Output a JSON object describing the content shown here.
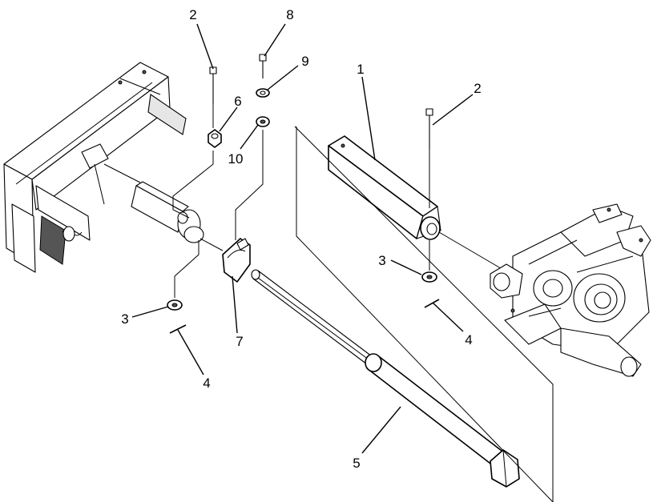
{
  "callouts": {
    "c1": "1",
    "c2a": "2",
    "c2b": "2",
    "c3a": "3",
    "c3b": "3",
    "c4a": "4",
    "c4b": "4",
    "c5": "5",
    "c6": "6",
    "c7": "7",
    "c8": "8",
    "c9": "9",
    "c10": "10"
  }
}
